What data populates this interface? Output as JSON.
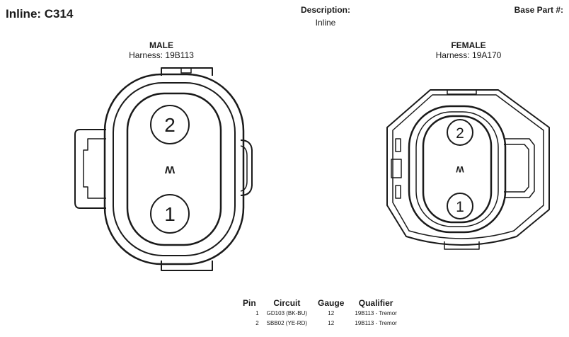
{
  "header": {
    "title": "Inline: C314",
    "description_label": "Description:",
    "description_value": "Inline",
    "base_part_label": "Base Part #:"
  },
  "male": {
    "name": "MALE",
    "harness": "Harness: 19B113",
    "pins": [
      "2",
      "1"
    ],
    "center_mark": "W"
  },
  "female": {
    "name": "FEMALE",
    "harness": "Harness: 19A170",
    "pins": [
      "2",
      "1"
    ],
    "center_mark": "W"
  },
  "pin_table": {
    "headers": [
      "Pin",
      "Circuit",
      "Gauge",
      "Qualifier"
    ],
    "rows": [
      {
        "pin": "1",
        "circuit": "GD103 (BK-BU)",
        "gauge": "12",
        "qualifier": "19B113 - Tremor"
      },
      {
        "pin": "2",
        "circuit": "SBB02 (YE-RD)",
        "gauge": "12",
        "qualifier": "19B113 - Tremor"
      }
    ]
  },
  "colors": {
    "line": "#1a1a1a",
    "background": "#ffffff"
  }
}
